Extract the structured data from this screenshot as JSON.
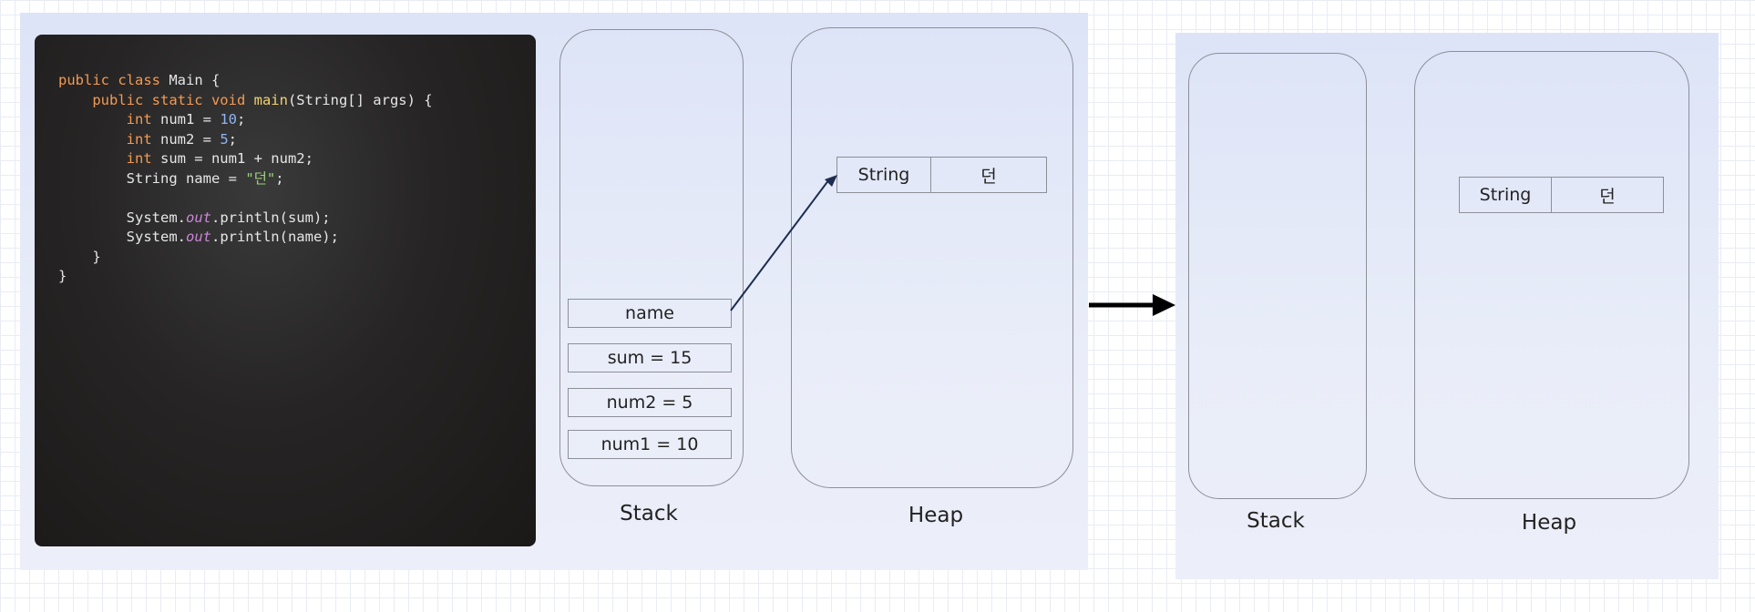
{
  "left_panel": {
    "code_lines": [
      {
        "parts": [
          [
            "kw",
            "public class "
          ],
          [
            "",
            "Main {"
          ]
        ]
      },
      {
        "parts": [
          [
            "kw",
            "    public static void "
          ],
          [
            "fn",
            "main"
          ],
          [
            "",
            "(String[] args) {"
          ]
        ]
      },
      {
        "parts": [
          [
            "kw",
            "        int "
          ],
          [
            "",
            "num1 = "
          ],
          [
            "num",
            "10"
          ],
          [
            "",
            ";"
          ]
        ]
      },
      {
        "parts": [
          [
            "kw",
            "        int "
          ],
          [
            "",
            "num2 = "
          ],
          [
            "num",
            "5"
          ],
          [
            "",
            ";"
          ]
        ]
      },
      {
        "parts": [
          [
            "kw",
            "        int "
          ],
          [
            "",
            "sum = num1 + num2;"
          ]
        ]
      },
      {
        "parts": [
          [
            "",
            "        String name = "
          ],
          [
            "str",
            "\"던\""
          ],
          [
            "",
            ";"
          ]
        ]
      },
      {
        "parts": [
          [
            "",
            ""
          ]
        ]
      },
      {
        "parts": [
          [
            "",
            "        System."
          ],
          [
            "fld",
            "out"
          ],
          [
            "",
            ".println(sum);"
          ]
        ]
      },
      {
        "parts": [
          [
            "",
            "        System."
          ],
          [
            "fld",
            "out"
          ],
          [
            "",
            ".println(name);"
          ]
        ]
      },
      {
        "parts": [
          [
            "",
            "    }"
          ]
        ]
      },
      {
        "parts": [
          [
            "",
            "}"
          ]
        ]
      }
    ],
    "stack": {
      "label": "Stack",
      "frames": [
        "name",
        "sum = 15",
        "num2 = 5",
        "num1 = 10"
      ]
    },
    "heap": {
      "label": "Heap",
      "object": {
        "type": "String",
        "value": "던"
      }
    }
  },
  "right_panel": {
    "stack": {
      "label": "Stack"
    },
    "heap": {
      "label": "Heap",
      "object": {
        "type": "String",
        "value": "던"
      }
    }
  },
  "colors": {
    "keyword": "#f39a52",
    "method": "#f1d270",
    "number": "#8fb5f2",
    "string": "#9bd37a",
    "field": "#c987d6"
  }
}
